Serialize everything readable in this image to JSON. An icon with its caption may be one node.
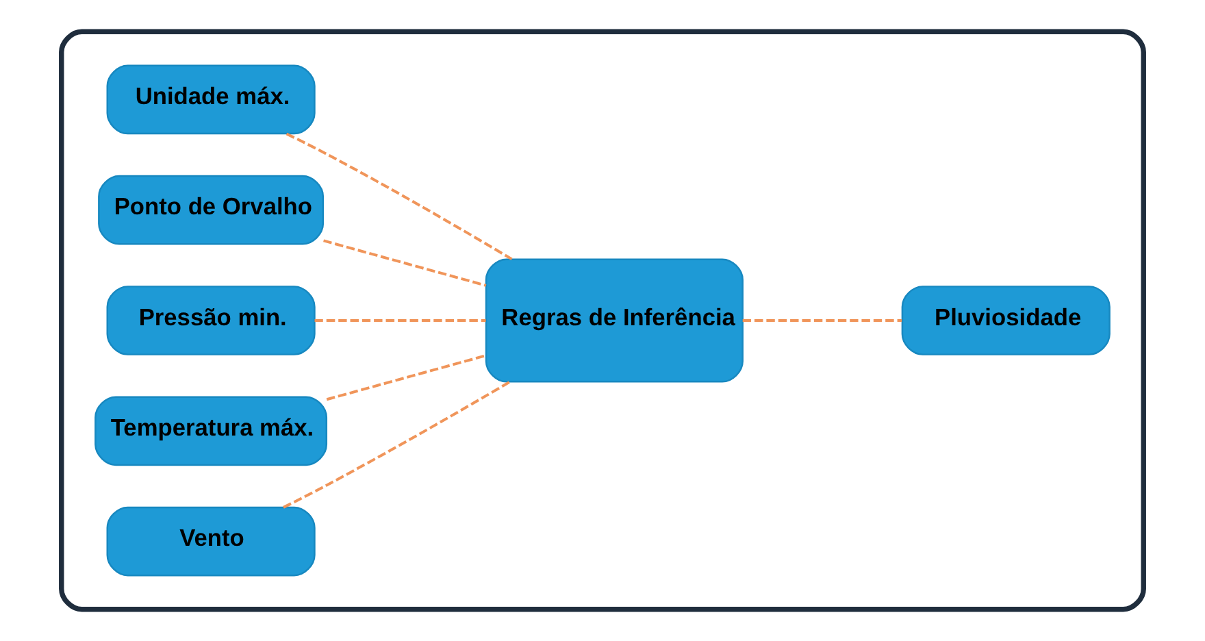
{
  "diagram": {
    "nodes": [
      {
        "text": [],
        "shape": "box"
      },
      {
        "text": [
          "Unidade máx."
        ],
        "in": 0
      },
      {
        "text": [
          "Ponto de Orvalho"
        ],
        "in": 0
      },
      {
        "text": [
          "Pressão min."
        ],
        "in": 0
      },
      {
        "text": [
          "Temperatura máx."
        ],
        "in": 0
      },
      {
        "text": [
          "Vento"
        ],
        "in": 0
      },
      {
        "text": [
          "Regras de Inferência"
        ],
        "in": 0
      },
      {
        "text": [
          "Pluviosidade"
        ],
        "in": 0
      }
    ],
    "edges": [
      {
        "from": 1,
        "to": 6,
        "arrow": "none",
        "style": "dashed"
      },
      {
        "from": 2,
        "to": 6,
        "arrow": "none",
        "style": "dashed"
      },
      {
        "from": 3,
        "to": 6,
        "arrow": "none",
        "style": "dashed"
      },
      {
        "from": 4,
        "to": 6,
        "arrow": "none",
        "style": "dashed"
      },
      {
        "from": 5,
        "to": 6,
        "arrow": "none",
        "style": "dashed"
      },
      {
        "from": 6,
        "to": 7,
        "arrow": "none",
        "style": "dashed"
      }
    ]
  }
}
